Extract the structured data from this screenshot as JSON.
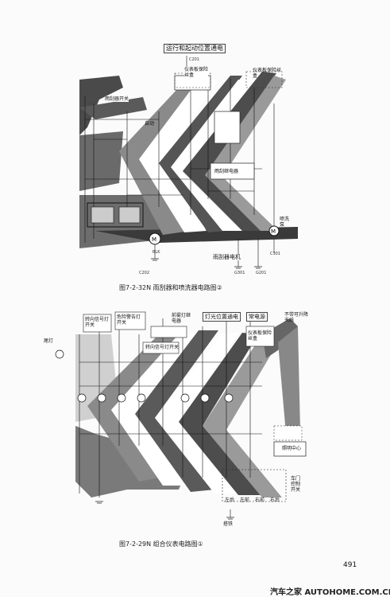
{
  "diagram1": {
    "top_label": "运行和起动位置通电",
    "fuse_box_1": "仪表板保险丝盒",
    "fuse_box_2": "仪表板保险丝盒",
    "wiper_switch": "雨刮器开关",
    "auto_label": "自动",
    "motor_relay": "雨刮继电器",
    "motor_label": "雨刮器电机",
    "washer_label": "喷洗泵",
    "caption": "图7-2-32N 雨刮器和喷洗器电路图②",
    "small_codes": [
      "C201",
      "C202",
      "G301",
      "G201",
      "BLK",
      "C301"
    ]
  },
  "diagram2": {
    "box_hazard": "转向信号灯开关",
    "box_warn": "危险警告灯开关",
    "box_lamp_on": "前雾灯继电器",
    "box_lamp_pos": "灯光位置通电",
    "box_always": "常电源",
    "box_note": "不带可升降天线",
    "left_label": "尾灯",
    "fuse_box": "仪表板保险丝盒",
    "turn_relay": "转向信号灯开关",
    "dimmer": "照明中心",
    "bottom_boxes": [
      "左后",
      "左前",
      "右前",
      "右后"
    ],
    "dome_switch": "车门控制开关",
    "ground_label": "搭铁",
    "caption": "图7-2-29N 组合仪表电路图①"
  },
  "footer": {
    "page_number": "491",
    "watermark": "汽车之家 AUTOHOME.COM.CN"
  }
}
